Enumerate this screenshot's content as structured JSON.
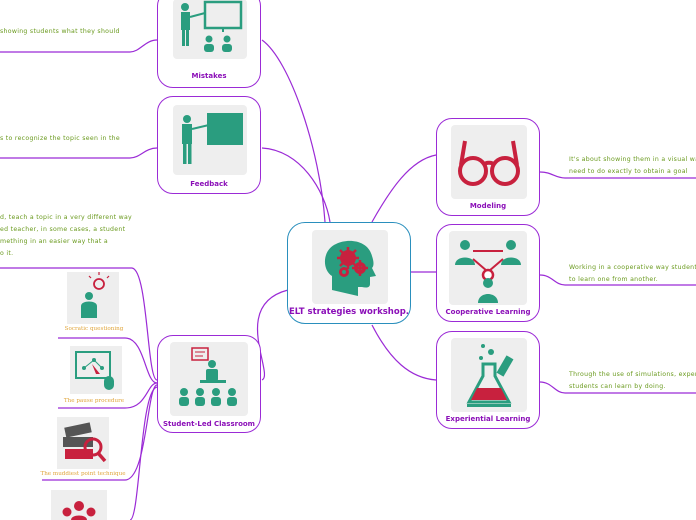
{
  "center": {
    "title": "ELT strategies workshop."
  },
  "nodes": {
    "mistakes": {
      "label": "Mistakes",
      "icon": "teacher-board-students-icon"
    },
    "feedback": {
      "label": "Feedback",
      "icon": "teacher-whiteboard-icon"
    },
    "student_led": {
      "label": "Student-Led Classroom",
      "icon": "student-presenting-to-class-icon"
    },
    "modeling": {
      "label": "Modeling",
      "icon": "glasses-icon"
    },
    "cooperative": {
      "label": "Cooperative Learning",
      "icon": "team-network-icon"
    },
    "experiential": {
      "label": "Experiential Learning",
      "icon": "lab-flask-icon"
    }
  },
  "notes": {
    "mistakes": "showing students what they should",
    "feedback": "s to recognize the topic seen in the",
    "student_led": [
      "d, teach a topic in a very different way",
      "ed teacher, in some cases, a student",
      "mething in an easier way that a",
      "o it."
    ],
    "modeling": [
      "It's about showing them in a visual way",
      "need to do exactly to obtain a goal"
    ],
    "cooperative": [
      "Working in a cooperative way students t",
      "to learn one from another."
    ],
    "experiential": [
      "Through the use of simulations, experim",
      "students can learn by doing."
    ]
  },
  "subtopics": [
    {
      "label": "Socratic questioning",
      "icon": "person-idea-bulb-icon"
    },
    {
      "label": "The pause procedure",
      "icon": "computer-mouse-network-icon"
    },
    {
      "label": "The muddiest point technique",
      "icon": "books-magnifier-icon"
    },
    {
      "label": "",
      "icon": "group-people-icon"
    }
  ],
  "colors": {
    "branch": "#9b2bd6",
    "center_border": "#2a8fbd",
    "icon_green": "#2a9d7f",
    "icon_red": "#c8213e",
    "note_text": "#6a9a1e",
    "sub_label": "#e0a53b"
  }
}
